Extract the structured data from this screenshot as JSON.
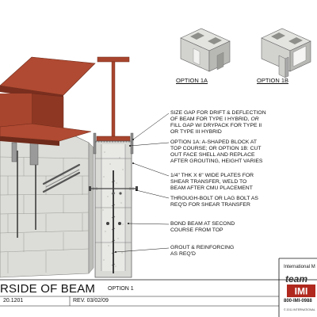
{
  "options": {
    "a_label": "OPTION 1A",
    "b_label": "OPTION 1B"
  },
  "notes": {
    "n1_l1": "SIZE GAP FOR DRIFT & DEFLECTION",
    "n1_l2": "OF BEAM FOR TYPE I HYBRID,",
    "n1_l2_or": "OR",
    "n1_l3": "FILL GAP W/ DRYPACK FOR TYPE II",
    "n1_l4": "OR TYPE III HYBRID",
    "n2_l1": "OPTION 1A: A-SHAPED BLOCK AT",
    "n2_l2": "TOP COURSE; OR OPTION 1B: CUT",
    "n2_l3": "OUT FACE SHELL AND REPLACE",
    "n2_l4": "AFTER GROUTING, HEIGHT VARIES",
    "n3_l1": "1/4\" THK x 6\" WIDE PLATES FOR",
    "n3_l2": "SHEAR TRANSFER, WELD TO",
    "n3_l3": "BEAM AFTER CMU PLACEMENT",
    "n4_l1": "THROUGH-BOLT OR LAG BOLT AS",
    "n4_l2": "REQ'D  FOR SHEAR TRANSFER",
    "n5_l1": "BOND BEAM AT SECOND",
    "n5_l2": "COURSE FROM TOP",
    "n6_l1": "GROUT & REINFORCING",
    "n6_l2": "AS REQ'D"
  },
  "title_block": {
    "title": "RSIDE OF BEAM",
    "option": "OPTION 1",
    "number": "20.1201",
    "revision": "REV. 03/02/09",
    "brand_top": "International M",
    "brand_team": "team",
    "brand_logo": "IMI",
    "phone": "800-IMI-0988",
    "copyright": "© 2011 INTERNATIONAL"
  },
  "colors": {
    "steel": "#a8452e",
    "steel_dark": "#7a2e1e",
    "block": "#d9d9d6",
    "block_dark": "#b3b3b0",
    "rebar": "#4a4a4a",
    "logo_red": "#b0281e"
  }
}
